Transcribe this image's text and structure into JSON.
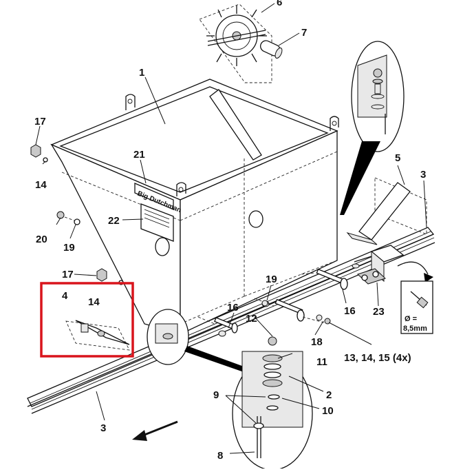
{
  "diagram": {
    "brand_text": "Big Dutchman",
    "bolt_note": "Ø =\n8,5mm",
    "callouts": {
      "c1": "1",
      "c2": "2",
      "c3a": "3",
      "c3b": "3",
      "c4": "4",
      "c5": "5",
      "c6": "6",
      "c7": "7",
      "c8": "8",
      "c9": "9",
      "c10": "10",
      "c11": "11",
      "c12": "12",
      "c13": "13, 14, 15 (4x)",
      "c14a": "14",
      "c14b": "14",
      "c16a": "16",
      "c16b": "16",
      "c17a": "17",
      "c17b": "17",
      "c18": "18",
      "c19a": "19",
      "c19b": "19",
      "c20": "20",
      "c21": "21",
      "c22": "22",
      "c23": "23"
    },
    "highlight_color": "#d9141c"
  }
}
